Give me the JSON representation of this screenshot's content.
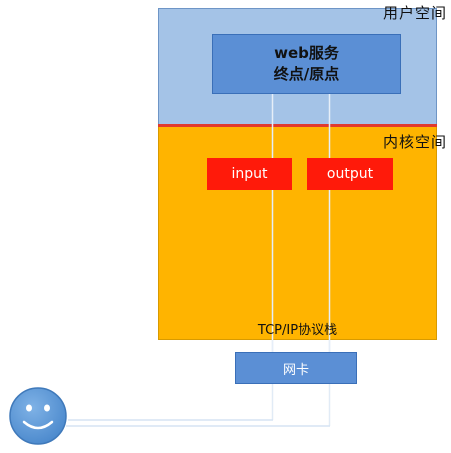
{
  "diagram": {
    "user_space_label": "用户空间",
    "web_service_line1": "web服务",
    "web_service_line2": "终点/原点",
    "kernel_space_label": "内核空间",
    "input_label": "input",
    "output_label": "output",
    "tcp_stack_label": "TCP/IP协议栈",
    "nic_label": "网卡",
    "user_icon": "smiley-face-icon"
  },
  "colors": {
    "user_space": "#a4c3e7",
    "web_service": "#5b8fd5",
    "divider": "#e03a2e",
    "kernel_space": "#ffb400",
    "io_box": "#ff1a0a",
    "nic": "#5b8fd5",
    "face": "#5b9bd5"
  }
}
